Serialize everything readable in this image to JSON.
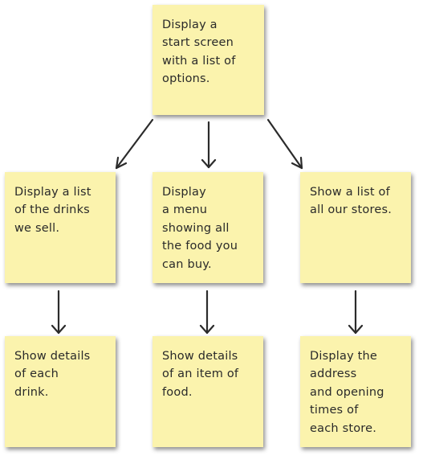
{
  "notes": {
    "start": "Display a\nstart screen\nwith a list of\noptions.",
    "drinks_list": "Display a list\nof the drinks\nwe sell.",
    "food_menu": "Display\na menu\nshowing all\nthe food you\ncan buy.",
    "stores_list": "Show a list of\nall our stores.",
    "drink_details": "Show details\nof each\ndrink.",
    "food_details": "Show details\nof an item of\nfood.",
    "store_details": "Display the\naddress\nand opening\ntimes of\neach store."
  },
  "colors": {
    "note_fill": "#fbf3ad",
    "ink": "#2b2b2b"
  }
}
